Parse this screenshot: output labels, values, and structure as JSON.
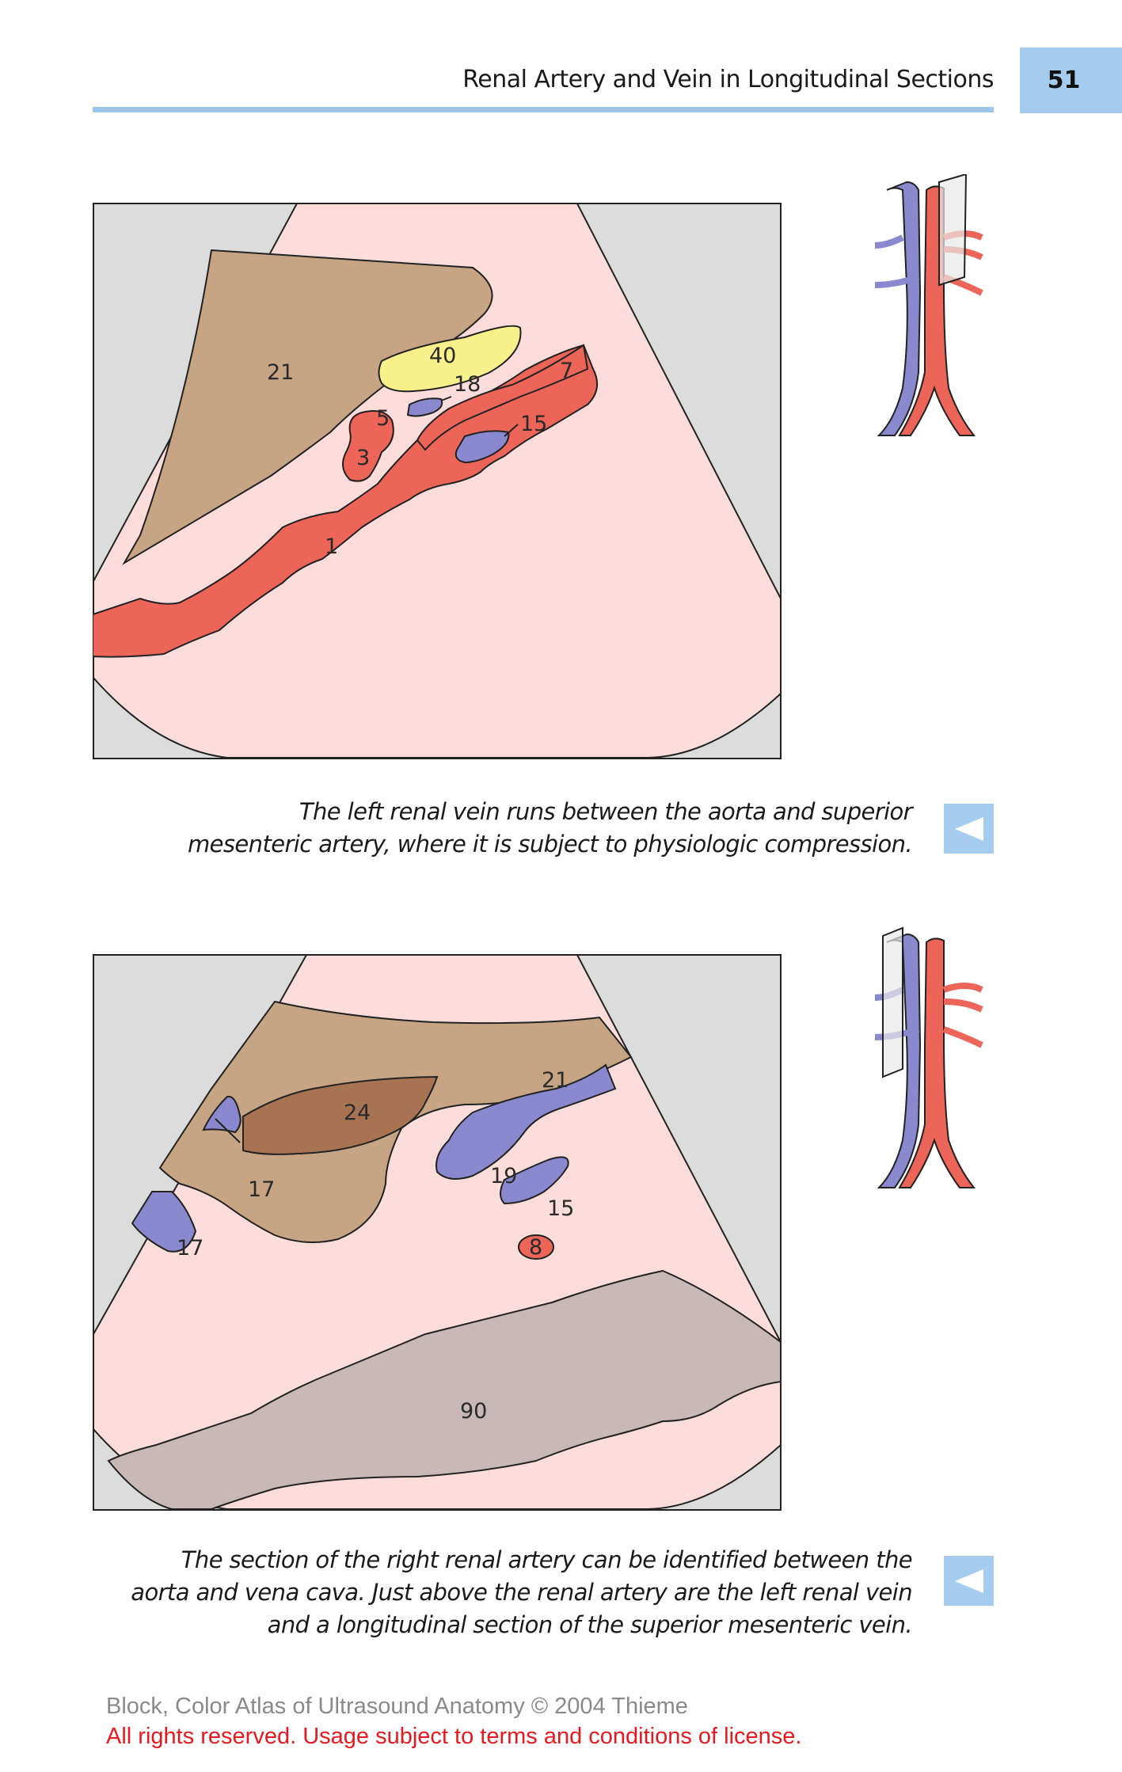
{
  "header": {
    "title": "Renal Artery and Vein in Longitudinal Sections",
    "page_number": "51"
  },
  "figure1": {
    "labels": [
      "21",
      "40",
      "18",
      "7",
      "5",
      "15",
      "3",
      "1"
    ]
  },
  "figure2": {
    "labels": [
      "21",
      "24",
      "19",
      "17",
      "15",
      "17",
      "8",
      "90"
    ]
  },
  "caption1": {
    "line1": "The left renal vein runs between the aorta and superior",
    "line2": "mesenteric artery, where it is subject to physiologic compression."
  },
  "caption2": {
    "line1": "The section of the right renal artery can be identified between the",
    "line2": "aorta and vena cava. Just above the renal artery are the left renal vein",
    "line3": "and a longitudinal section of the superior mesenteric vein."
  },
  "nav": {
    "icon": "triangle-left-icon"
  },
  "footer": {
    "copyright": "Block, Color Atlas of Ultrasound Anatomy © 2004 Thieme",
    "rights": "All rights reserved. Usage subject to terms and conditions of license."
  },
  "colors": {
    "accent_blue": "#a5ccee",
    "artery": "#ec6558",
    "vein": "#8a88cf",
    "liver": "#c7a483",
    "pancreas": "#f7f08b",
    "background_tissue": "#fddcdc",
    "rights_text": "#e8191e"
  }
}
